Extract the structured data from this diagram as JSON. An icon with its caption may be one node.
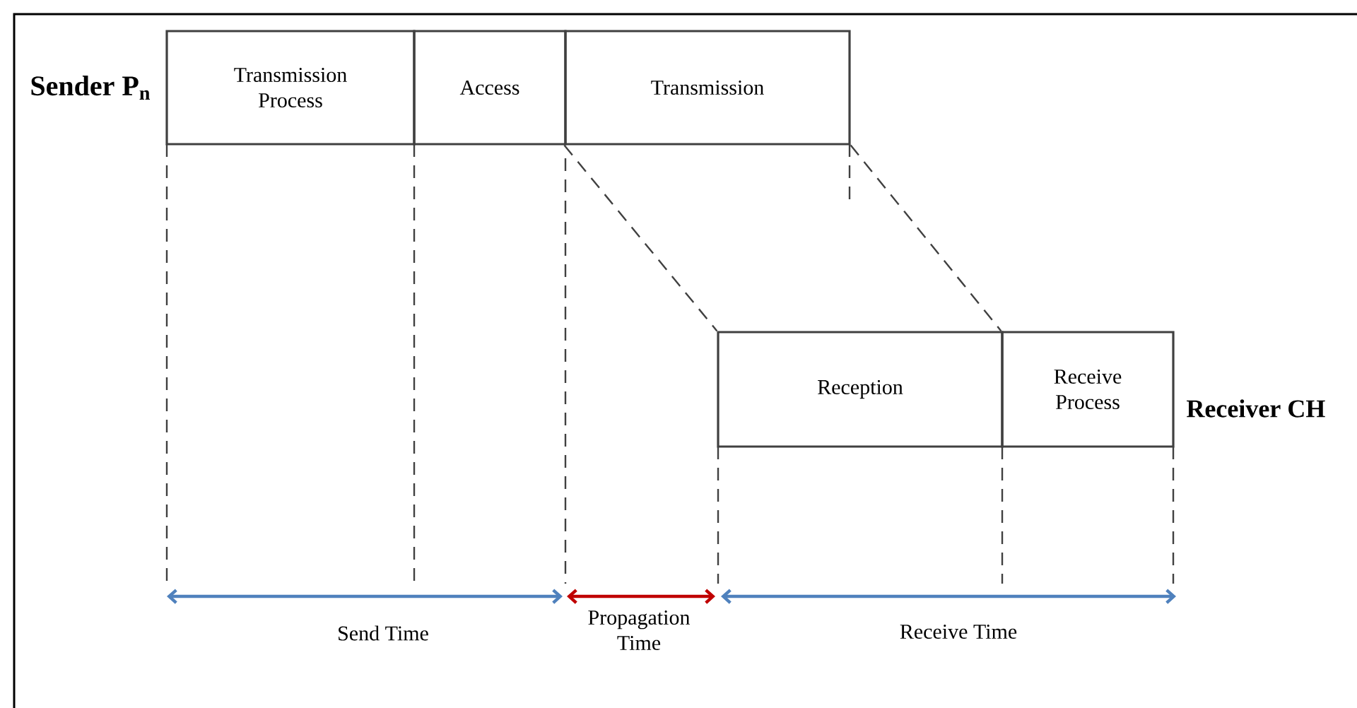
{
  "diagram": {
    "nodes": [
      {
        "text": [
          "Transmission Process"
        ]
      },
      {
        "text": [
          "Access"
        ]
      },
      {
        "text": [
          "Transmission"
        ]
      },
      {
        "text": [
          "Reception"
        ]
      },
      {
        "text": [
          "Receive Process"
        ]
      }
    ],
    "edges": [
      {
        "from": 2,
        "to": 3,
        "arrow": "none",
        "style": "dashed"
      },
      {
        "from": 2,
        "to": 4,
        "arrow": "none",
        "style": "dashed"
      }
    ],
    "labels": [
      "Sender P$_{n}$",
      "Receiver CH",
      "Send Time",
      "Propagation Time",
      "Receive Time"
    ]
  }
}
